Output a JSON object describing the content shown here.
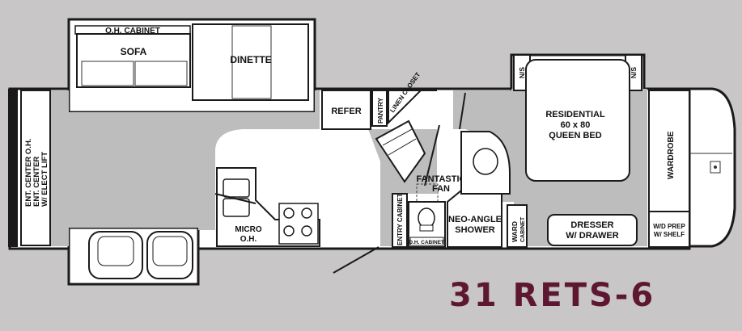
{
  "model": {
    "name": "31 RETS-6",
    "color": "#5e1730"
  },
  "colors": {
    "background": "#c8c6c6",
    "wall": "#1a1a1a",
    "floor": "#ffffff",
    "living_floor": "#bdbdbd"
  },
  "labels": {
    "oh_cabinet": "O.H. CABINET",
    "sofa": "SOFA",
    "dinette": "DINETTE",
    "refer": "REFER",
    "pantry": "PANTRY",
    "linen_closet": "LINEN CLOSET",
    "ns_left": "N/S",
    "ns_right": "N/S",
    "bed": [
      "RESIDENTIAL",
      "60 x 80",
      "QUEEN BED"
    ],
    "wardrobe": "WARDROBE",
    "ent_center": [
      "ENT. CENTER O.H.",
      "ENT. CENTER",
      "W/ ELECT LIFT"
    ],
    "fantastic_fan": [
      "FANTASTIC",
      "FAN"
    ],
    "entry_cabinet": "ENTRY CABINET",
    "oh_cabinet_small": "O.H. CABINET",
    "shower": [
      "NEO-ANGLE",
      "SHOWER"
    ],
    "ward_cabinet": [
      "WARD",
      "CABINET"
    ],
    "dresser": [
      "DRESSER",
      "W/ DRAWER"
    ],
    "wd_prep": [
      "W/D PREP",
      "W/ SHELF"
    ],
    "micro": [
      "MICRO",
      "O.H."
    ]
  }
}
